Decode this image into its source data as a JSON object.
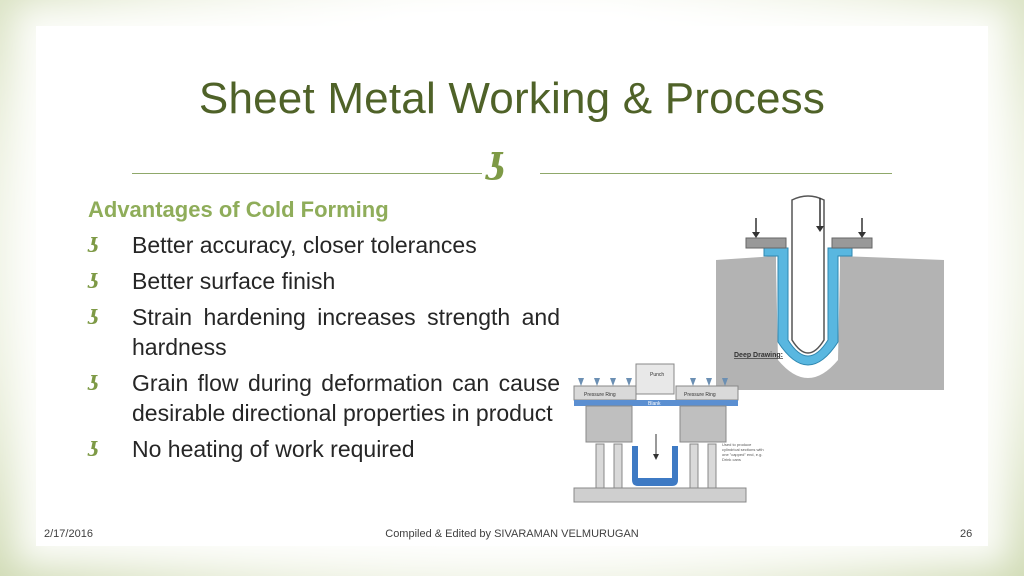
{
  "slide": {
    "title": "Sheet Metal Working & Process",
    "ornament_icon": "curly-flourish-icon",
    "subheading": "Advantages of Cold Forming",
    "bullet_icon": "flourish-bullet-icon",
    "bullets": [
      "Better accuracy, closer tolerances",
      "Better surface finish",
      "Strain hardening increases strength and hardness",
      "Grain flow during deformation can cause desirable directional properties in product",
      "No heating of work required"
    ]
  },
  "figures": {
    "deep_drawing_label": "Deep Drawing:",
    "press_labels": {
      "punch": "Punch",
      "pressure_ring_left": "Pressure Ring",
      "pressure_ring_right": "Pressure Ring",
      "blank": "Blank",
      "note": "Used to produce cylindrical sections with one \"capped\" end, e.g. Drink cans"
    }
  },
  "footer": {
    "date": "2/17/2016",
    "credit": "Compiled & Edited by SIVARAMAN VELMURUGAN",
    "page": "26"
  },
  "colors": {
    "title": "#4f6228",
    "accent": "#8fad5a",
    "metal_blue": "#59b7e0",
    "die_gray": "#a6a6a6"
  }
}
